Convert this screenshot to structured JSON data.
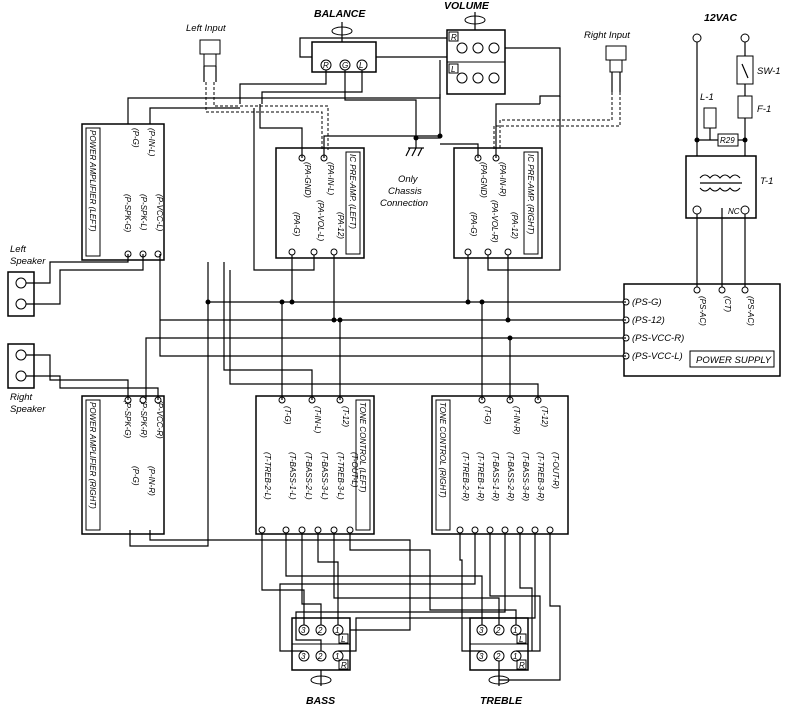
{
  "top": {
    "left_input": "Left Input",
    "right_input": "Right Input",
    "balance": "BALANCE",
    "volume": "VOLUME",
    "ac_label": "12VAC",
    "chassis_1": "Only",
    "chassis_2": "Chassis",
    "chassis_3": "Connection"
  },
  "balance_pins": [
    "R",
    "G",
    "L"
  ],
  "volume_tags": [
    "R",
    "L"
  ],
  "power_components": {
    "sw": "SW-1",
    "fuse": "F-1",
    "lamp": "L-1",
    "resistor": "R29",
    "transformer": "T-1",
    "nc": "NC"
  },
  "preamp_left": {
    "title": "IC PRE-AMP. (LEFT)",
    "pins": [
      "(PA-IN-L)",
      "(PA-GND)",
      "(PA-VOL-L)",
      "(PA-G)",
      "(PA-12)"
    ]
  },
  "preamp_right": {
    "title": "IC PRE-AMP. (RIGHT)",
    "pins": [
      "(PA-IN-R)",
      "(PA-GND)",
      "(PA-VOL-R)",
      "(PA-G)",
      "(PA-12)"
    ]
  },
  "power_amp_left": {
    "title": "POWER AMPLIFIER (LEFT)",
    "pins": [
      "(P-IN-L)",
      "(P-G)",
      "(P-VCC-L)",
      "(P-SPK-L)",
      "(P-SPK-G)"
    ]
  },
  "power_amp_right": {
    "title": "POWER AMPLIFIER (RIGHT)",
    "pins": [
      "(P-VCC-R)",
      "(P-SPK-R)",
      "(P-SPK-G)",
      "(P-IN-R)",
      "(P-G)"
    ]
  },
  "speakers": {
    "left_1": "Left",
    "left_2": "Speaker",
    "right_1": "Right",
    "right_2": "Speaker"
  },
  "power_supply": {
    "title": "POWER SUPPLY",
    "rows": [
      "(PS-G)",
      "(PS-12)",
      "(PS-VCC-R)",
      "(PS-VCC-L)"
    ],
    "top_pins": [
      "(PS-AC)",
      "(CT)",
      "(PS-AC)"
    ]
  },
  "tone_left": {
    "title": "TONE CONTROL (LEFT)",
    "top_pins": [
      "(T-G)",
      "(T-IN-L)",
      "(T-12)"
    ],
    "bottom_pins": [
      "(T-TREB-2-L)",
      "(T-BASS-1-L)",
      "(T-BASS-2-L)",
      "(T-BASS-3-L)",
      "(T-TREB-3-L)",
      "(T-OUT-L)"
    ]
  },
  "tone_right": {
    "title": "TONE CONTROL (RIGHT)",
    "top_pins": [
      "(T-G)",
      "(T-IN-R)",
      "(T-12)"
    ],
    "bottom_pins": [
      "(T-TREB-2-R)",
      "(T-TREB-1-R)",
      "(T-BASS-1-R)",
      "(T-BASS-2-R)",
      "(T-BASS-3-R)",
      "(T-TREB-3-R)",
      "(T-OUT-R)"
    ]
  },
  "pot_bass": {
    "label": "BASS",
    "top": [
      "3",
      "2",
      "1"
    ],
    "bottom": [
      "3",
      "2",
      "1"
    ],
    "tags": [
      "L",
      "R"
    ]
  },
  "pot_treble": {
    "label": "TREBLE",
    "top": [
      "3",
      "2",
      "1"
    ],
    "bottom": [
      "3",
      "2",
      "1"
    ],
    "tags": [
      "L",
      "R"
    ]
  }
}
